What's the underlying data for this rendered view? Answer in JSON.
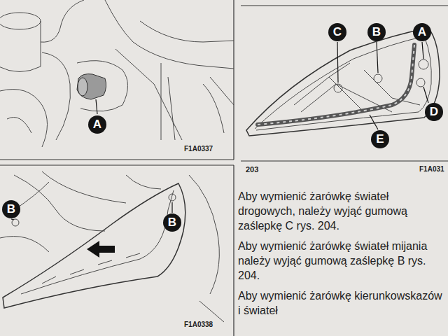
{
  "diagram": {
    "labels": [
      "A",
      "F1A0337",
      "C",
      "B",
      "A",
      "D",
      "E",
      "203",
      "F1A031",
      "B",
      "B",
      "F1A0338",
      "Aby wymienić żarówkę świateł drogowych, należy wyjąć gumową zaślepkę C rys. 204.",
      "Aby wymienić żarówkę świateł mijania należy wyjąć gumową zaślepkę B rys. 204.",
      "Aby wymienić żarówkę kierunkowskazów i świateł"
    ]
  }
}
